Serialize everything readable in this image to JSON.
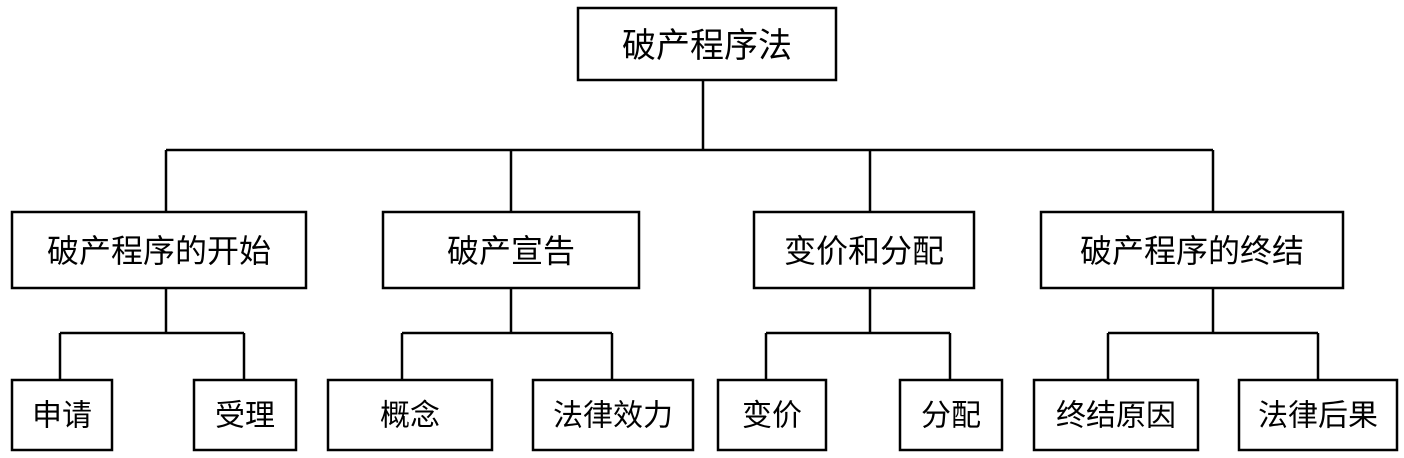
{
  "root": {
    "label": "破产程序法"
  },
  "branches": [
    {
      "label": "破产程序的开始",
      "children": [
        {
          "label": "申请"
        },
        {
          "label": "受理"
        }
      ]
    },
    {
      "label": "破产宣告",
      "children": [
        {
          "label": "概念"
        },
        {
          "label": "法律效力"
        }
      ]
    },
    {
      "label": "变价和分配",
      "children": [
        {
          "label": "变价"
        },
        {
          "label": "分配"
        }
      ]
    },
    {
      "label": "破产程序的终结",
      "children": [
        {
          "label": "终结原因"
        },
        {
          "label": "法律后果"
        }
      ]
    }
  ]
}
